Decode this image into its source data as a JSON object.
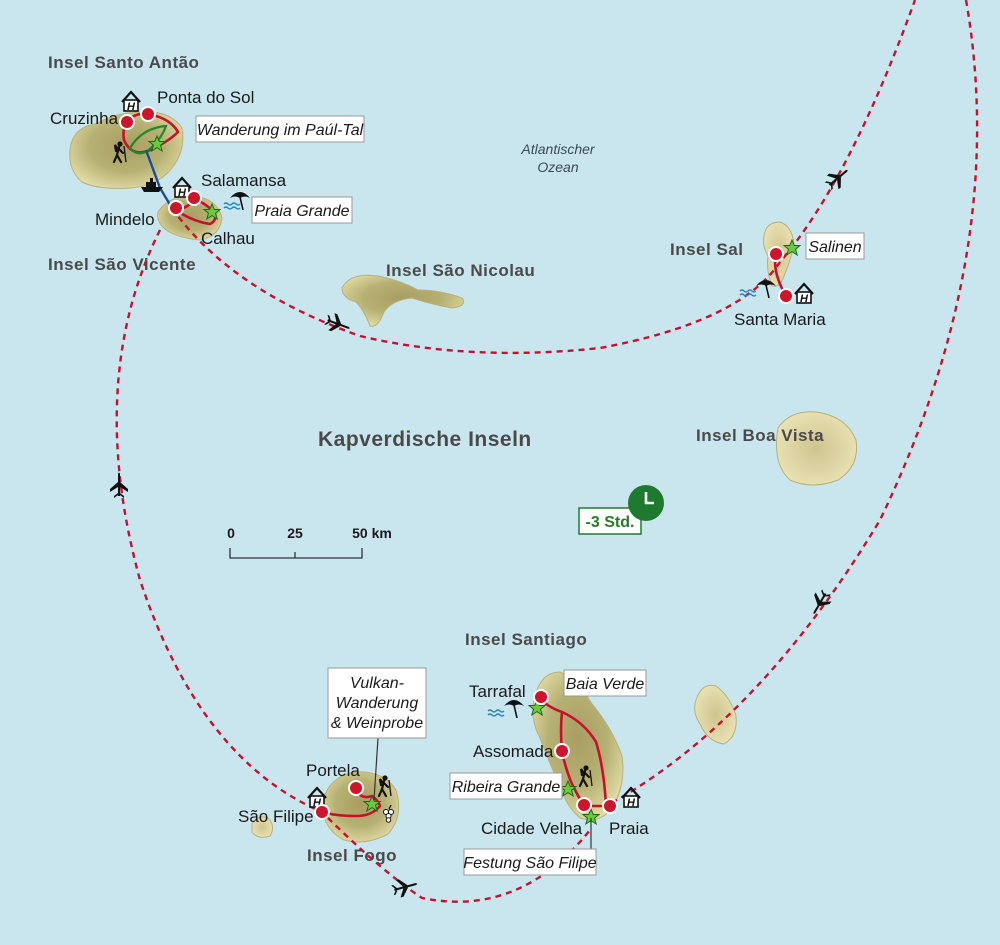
{
  "map": {
    "title": "Kapverdische Inseln",
    "ocean_label": [
      "Atlantischer",
      "Ozean"
    ],
    "islands": {
      "santo_antao": "Insel Santo Antão",
      "sao_vicente": "Insel São Vicente",
      "sao_nicolau": "Insel São Nicolau",
      "sal": "Insel Sal",
      "boa_vista": "Insel Boa Vista",
      "santiago": "Insel Santiago",
      "fogo": "Insel Fogo"
    },
    "places": {
      "cruzinha": "Cruzinha",
      "ponta_do_sol": "Ponta do Sol",
      "salamansa": "Salamansa",
      "mindelo": "Mindelo",
      "calhau": "Calhau",
      "santa_maria": "Santa Maria",
      "tarrafal": "Tarrafal",
      "assomada": "Assomada",
      "cidade_velha": "Cidade Velha",
      "praia": "Praia",
      "portela": "Portela",
      "sao_filipe": "São Filipe"
    },
    "callouts": {
      "paul_tal": "Wanderung im Paúl-Tal",
      "praia_grande": "Praia Grande",
      "salinen": "Salinen",
      "baia_verde": "Baia Verde",
      "ribeira_grande": "Ribeira Grande",
      "festung": "Festung São Filipe",
      "vulkan": [
        "Vulkan-",
        "Wanderung",
        "& Weinprobe"
      ]
    },
    "scale": {
      "ticks": [
        "0",
        "25",
        "50 km"
      ]
    },
    "timezone": "-3 Std.",
    "colors": {
      "route": "#c8102e",
      "flight": "#c8102e",
      "hike": "#1e8a2e",
      "ferry": "#1a4d9a",
      "timezone": "#1d7a2e",
      "sea": "#c9e6ee"
    },
    "icons": [
      "hotel-icon",
      "hiker-icon",
      "beach-umbrella-icon",
      "star-icon",
      "airplane-icon",
      "ship-icon",
      "clock-icon",
      "grapes-icon",
      "waves-icon"
    ]
  }
}
